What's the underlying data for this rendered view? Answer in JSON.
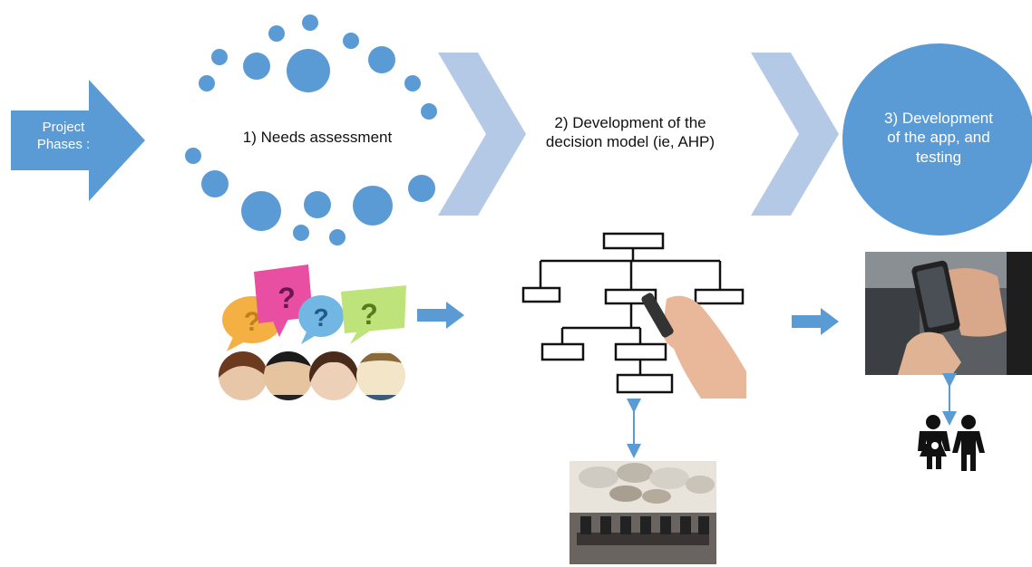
{
  "labels": {
    "project_phases": "Project\nPhases :",
    "step1": "1) Needs assessment",
    "step2": "2) Development of the\ndecision model (ie,  AHP)",
    "step3": "3) Development\nof the app, and\ntesting"
  },
  "colors": {
    "primary_blue": "#5b9bd5",
    "light_chevron": "#b4c9e6",
    "arrow_dark": "#4f85c2"
  },
  "icons": {
    "question_bubbles": "speech-bubbles-with-question-marks",
    "people": "people-faces",
    "hierarchy": "hierarchy-chart-drawn-by-hand",
    "meeting": "meeting-room-with-thought-bubbles",
    "smartphone": "hands-holding-smartphone",
    "couple": "pregnant-couple-icon"
  }
}
